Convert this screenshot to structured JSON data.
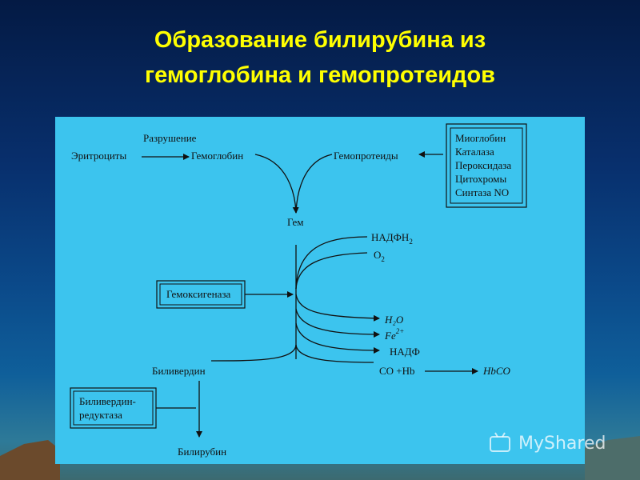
{
  "slide": {
    "title_line1": "Образование билирубина из",
    "title_line2": "гемоглобина и гемопротеидов"
  },
  "diagram": {
    "destruction": "Разрушение",
    "erythrocytes": "Эритроциты",
    "hemoglobin": "Гемоглобин",
    "hemoproteins": "Гемопротеиды",
    "heme": "Гем",
    "hemoprotein_list": [
      "Миоглобин",
      "Каталаза",
      "Пероксидаза",
      "Цитохромы",
      "Синтаза NO"
    ],
    "enzyme_heme_oxygenase": "Гемоксигеназа",
    "nadph2": "НАДФН",
    "nadph2_sub": "2",
    "o2": "О",
    "o2_sub": "2",
    "h2o": "H₂O",
    "fe": "Fe",
    "fe_sup": "2+",
    "nadp": "НАДФ",
    "co_hb": "CO +Hb",
    "hbco": "HbCO",
    "biliverdin": "Биливердин",
    "enzyme_reductase_line1": "Биливердин-",
    "enzyme_reductase_line2": "редуктаза",
    "bilirubin": "Билирубин"
  },
  "watermark": {
    "text": "MyShared"
  },
  "colors": {
    "title": "#ffff00",
    "panel": "#3cc4ee",
    "background_top": "#041a44"
  }
}
